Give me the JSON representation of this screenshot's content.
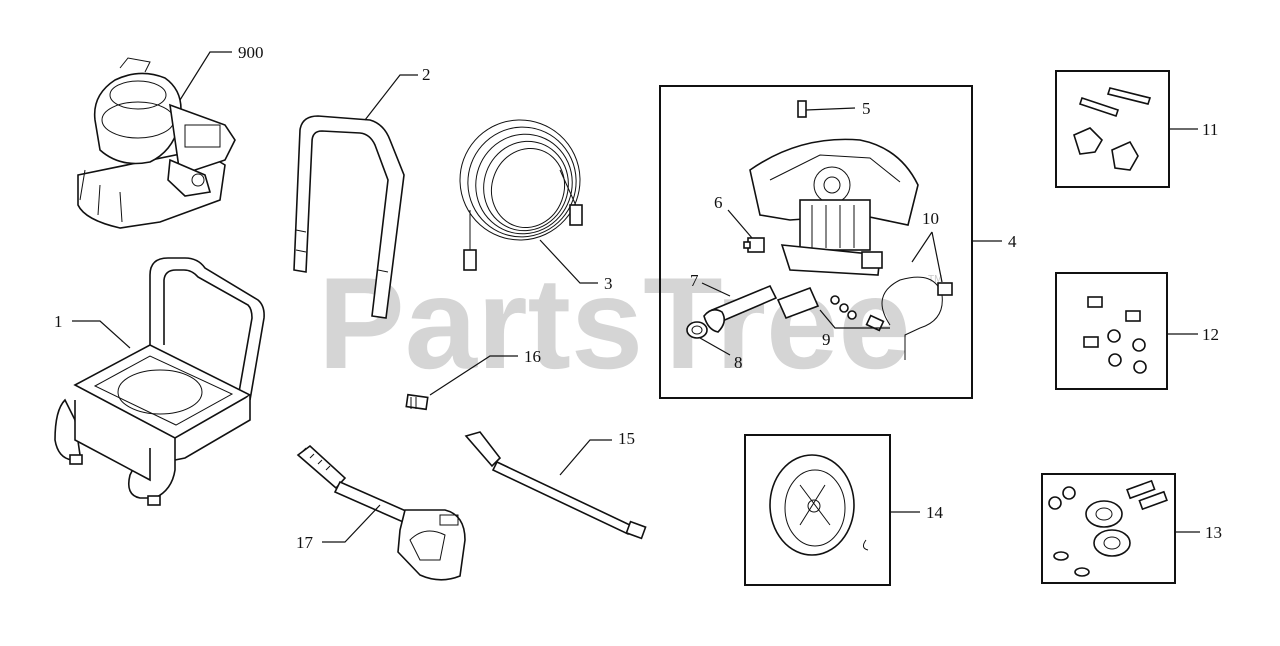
{
  "watermark": {
    "text": "PartsTree",
    "trademark": "TM"
  },
  "callouts": {
    "c900": "900",
    "c1": "1",
    "c2": "2",
    "c3": "3",
    "c4": "4",
    "c5": "5",
    "c6": "6",
    "c7": "7",
    "c8": "8",
    "c9": "9",
    "c10": "10",
    "c11": "11",
    "c12": "12",
    "c13": "13",
    "c14": "14",
    "c15": "15",
    "c16": "16",
    "c17": "17"
  }
}
